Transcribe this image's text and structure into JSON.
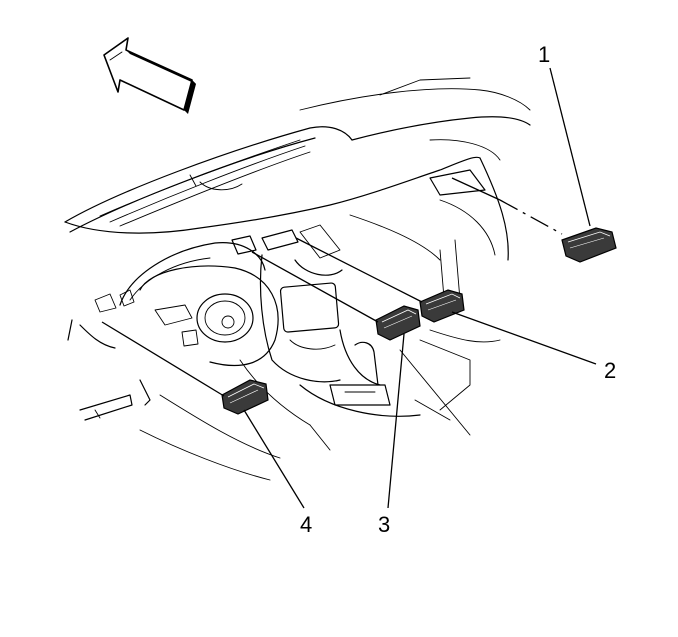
{
  "callouts": {
    "c1": "1",
    "c2": "2",
    "c3": "3",
    "c4": "4"
  },
  "colors": {
    "line": "#000000",
    "background": "#ffffff",
    "vent_fill": "#3a3a3a"
  },
  "icons": {
    "direction_arrow": "forward-arrow-icon"
  }
}
